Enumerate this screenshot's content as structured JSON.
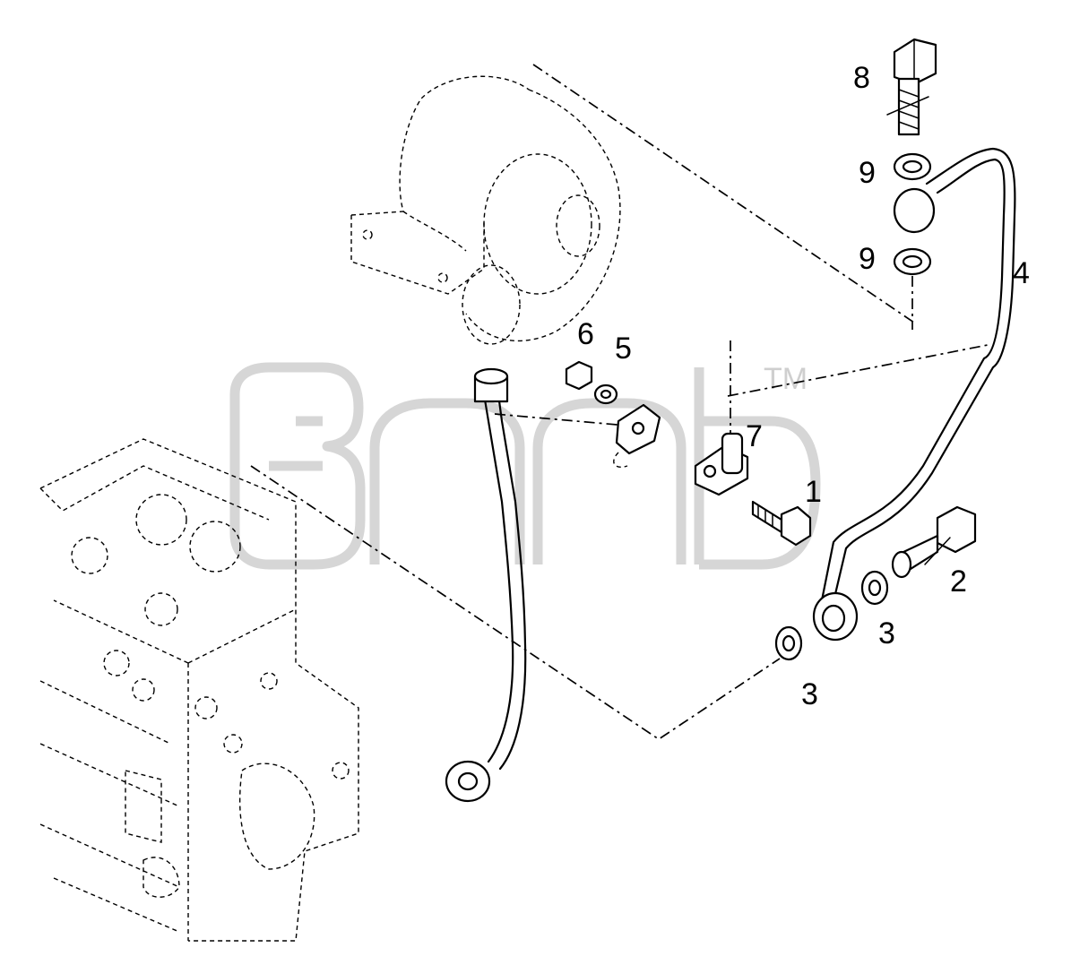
{
  "diagram": {
    "watermark_mark": "TM",
    "corner_mark": "",
    "labels": [
      {
        "id": "8",
        "text": "8"
      },
      {
        "id": "9a",
        "text": "9"
      },
      {
        "id": "9b",
        "text": "9"
      },
      {
        "id": "4",
        "text": "4"
      },
      {
        "id": "6",
        "text": "6"
      },
      {
        "id": "5",
        "text": "5"
      },
      {
        "id": "7",
        "text": "7"
      },
      {
        "id": "1",
        "text": "1"
      },
      {
        "id": "2",
        "text": "2"
      },
      {
        "id": "3a",
        "text": "3"
      },
      {
        "id": "3b",
        "text": "3"
      }
    ]
  }
}
